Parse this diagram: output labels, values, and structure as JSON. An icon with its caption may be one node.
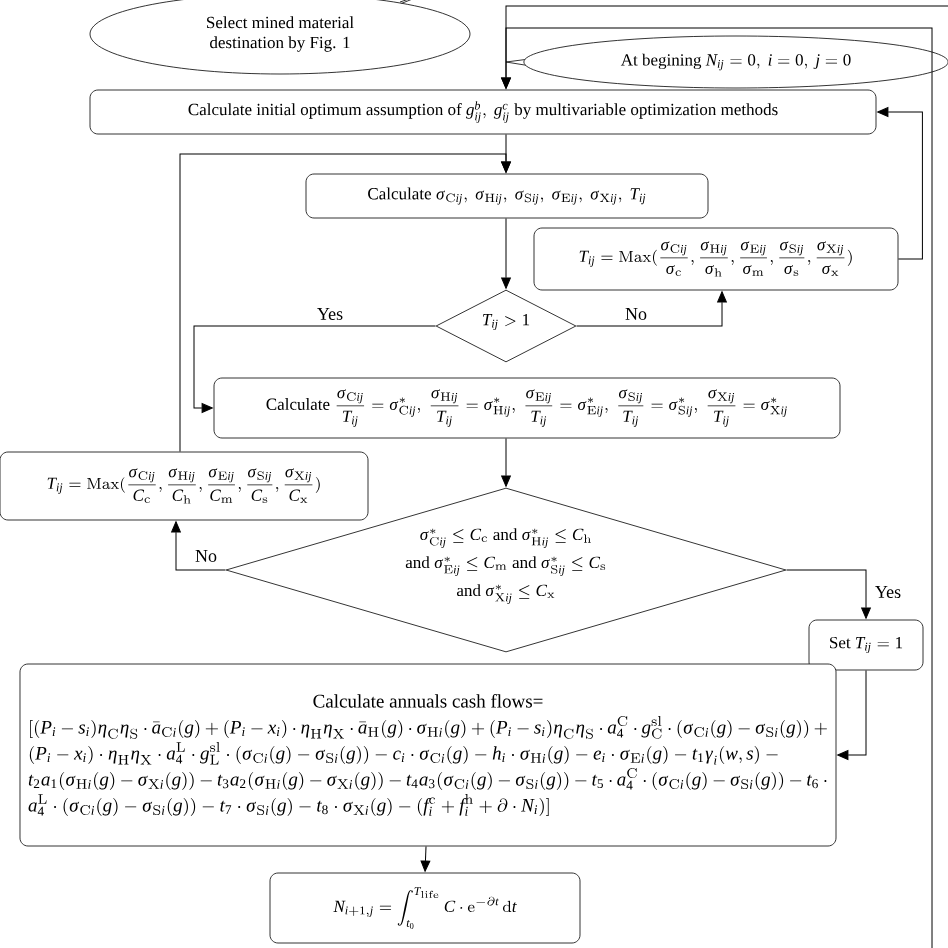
{
  "diagram": {
    "nodes": [
      {
        "text": [
          "Select mined material destination by Fig. 1"
        ]
      },
      {
        "text": [
          "\\text{At begining } N_{ij}=0,\\ i=0,\\ j=0"
        ]
      },
      {
        "text": [
          "\\text{Calculate initial optimum assumption of } g_{ij}^{b},\\ g_{ij}^{c} \\text{ by multivariable optimization methods}"
        ]
      },
      {
        "text": [
          "\\text{Calculate } \\sigma_{\\mathrm{C}ij},\\ \\sigma_{\\mathrm{H}ij},\\ \\sigma_{\\mathrm{S}ij},\\ \\sigma_{\\mathrm{E}ij},\\ \\sigma_{\\mathrm{X}ij},\\ T_{ij}"
        ]
      },
      {
        "text": [
          "T_{ij}=\\mathrm{Max}(\\frac{\\sigma_{\\mathrm{C}ij}}{\\sigma_{\\mathrm{c}}},\\frac{\\sigma_{\\mathrm{H}ij}}{\\sigma_{\\mathrm{h}}},\\frac{\\sigma_{\\mathrm{E}ij}}{\\sigma_{\\mathrm{m}}},\\frac{\\sigma_{\\mathrm{S}ij}}{\\sigma_{\\mathrm{s}}},\\frac{\\sigma_{\\mathrm{X}ij}}{\\sigma_{\\mathrm{x}}})"
        ]
      },
      {
        "text": [
          "T_{ij}>1"
        ]
      },
      {
        "text": [
          "\\text{Calculate } \\frac{\\sigma_{\\mathrm{C}ij}}{T_{ij}}=\\sigma^{*}_{\\mathrm{C}ij},\\ \\frac{\\sigma_{\\mathrm{H}ij}}{T_{ij}}=\\sigma^{*}_{\\mathrm{H}ij},\\ \\frac{\\sigma_{\\mathrm{E}ij}}{T_{ij}}=\\sigma^{*}_{\\mathrm{E}ij},\\ \\frac{\\sigma_{\\mathrm{S}ij}}{T_{ij}}=\\sigma^{*}_{\\mathrm{S}ij},\\ \\frac{\\sigma_{\\mathrm{X}ij}}{T_{ij}}=\\sigma^{*}_{\\mathrm{X}ij}"
        ]
      },
      {
        "text": [
          "T_{ij}=\\mathrm{Max}(\\frac{\\sigma_{\\mathrm{C}ij}}{C_{\\mathrm{c}}},\\frac{\\sigma_{\\mathrm{H}ij}}{C_{\\mathrm{h}}},\\frac{\\sigma_{\\mathrm{E}ij}}{C_{\\mathrm{m}}},\\frac{\\sigma_{\\mathrm{S}ij}}{C_{\\mathrm{s}}},\\frac{\\sigma_{\\mathrm{X}ij}}{C_{\\mathrm{x}}})"
        ]
      },
      {
        "text": [
          "\\sigma^{*}_{\\mathrm{C}ij}\\le C_{\\mathrm{c}} \\text{ and } \\sigma^{*}_{\\mathrm{H}ij}\\le C_{\\mathrm{h}}",
          "\\text{and } \\sigma^{*}_{\\mathrm{E}ij}\\le C_{\\mathrm{m}} \\text{ and } \\sigma^{*}_{\\mathrm{S}ij}\\le C_{\\mathrm{s}}",
          "\\text{and } \\sigma^{*}_{\\mathrm{X}ij}\\le C_{\\mathrm{x}}"
        ]
      },
      {
        "text": [
          "\\text{Set } T_{ij}=1"
        ]
      },
      {
        "text": [
          "Calculate annuals cash flows=",
          "[(P_i-s_i)\\eta_{\\mathrm{C}}\\eta_{\\mathrm{S}}\\cdot\\bar{a}_{\\mathrm{C}i}(g)+(P_i-x_i)\\cdot\\eta_{\\mathrm{H}}\\eta_{\\mathrm{X}}\\cdot\\bar{a}_{\\mathrm{H}}(g)\\cdot\\sigma_{\\mathrm{H}i}(g)+(P_i-s_i)\\eta_{\\mathrm{C}}\\eta_{\\mathrm{S}}\\cdot a_4^{\\mathrm{C}}\\cdot g_{\\mathrm{C}}^{\\mathrm{sl}}\\cdot(\\sigma_{\\mathrm{C}i}(g)-\\sigma_{\\mathrm{S}i}(g))+(P_i-x_i)\\cdot\\eta_{\\mathrm{H}}\\eta_{\\mathrm{X}}\\cdot a_4^{\\mathrm{L}}\\cdot g_{\\mathrm{L}}^{\\mathrm{sl}}\\cdot(\\sigma_{\\mathrm{C}i}(g)-\\sigma_{\\mathrm{S}i}(g))-c_i\\cdot\\sigma_{\\mathrm{C}i}(g)-h_i\\cdot\\sigma_{\\mathrm{H}i}(g)-e_i\\cdot\\sigma_{\\mathrm{E}i}(g)-t_1\\gamma_i(w,s)-t_2a_1(\\sigma_{\\mathrm{H}i}(g)-\\sigma_{\\mathrm{X}i}(g))-t_3a_2(\\sigma_{\\mathrm{H}i}(g)-\\sigma_{\\mathrm{X}i}(g))-t_4a_3(\\sigma_{\\mathrm{C}i}(g)-\\sigma_{\\mathrm{S}i}(g))-t_5\\cdot a_4^{\\mathrm{C}}\\cdot(\\sigma_{\\mathrm{C}i}(g)-\\sigma_{\\mathrm{S}i}(g))-t_6\\cdot a_4^{\\mathrm{L}}\\cdot(\\sigma_{\\mathrm{C}i}(g)-\\sigma_{\\mathrm{S}i}(g))-t_7\\cdot\\sigma_{\\mathrm{S}i}(g)-t_8\\cdot\\sigma_{\\mathrm{X}i}(g)-(f_i^{\\mathrm{c}}+f_i^{\\mathrm{h}}+\\partial\\cdot N_i)]"
        ]
      },
      {
        "text": [
          "N_{i+1,j}=\\int_{t_{0}}^{T_{\\mathrm{life}}} C\\cdot\\mathrm{e}^{-\\partial t}\\,\\mathrm{d}t"
        ]
      }
    ],
    "edges": [
      {
        "from": null,
        "to": 2,
        "arrow": "to"
      },
      {
        "from": null,
        "to": 2,
        "arrow": "to"
      },
      {
        "from": 4,
        "to": 2,
        "arrow": "to"
      },
      {
        "from": 2,
        "to": 3,
        "arrow": "to"
      },
      {
        "from": 7,
        "to": 3,
        "arrow": "to"
      },
      {
        "from": 3,
        "to": 5,
        "arrow": "to"
      },
      {
        "from": 5,
        "to": 4,
        "arrow": "to",
        "label": "No"
      },
      {
        "from": 5,
        "to": 6,
        "arrow": "to",
        "label": "Yes"
      },
      {
        "from": 6,
        "to": 8,
        "arrow": "to"
      },
      {
        "from": 8,
        "to": 7,
        "arrow": "to",
        "label": "No"
      },
      {
        "from": 8,
        "to": 9,
        "arrow": "to",
        "label": "Yes"
      },
      {
        "from": 9,
        "to": 10,
        "arrow": "to"
      },
      {
        "from": 10,
        "to": 11,
        "arrow": "to"
      }
    ]
  }
}
